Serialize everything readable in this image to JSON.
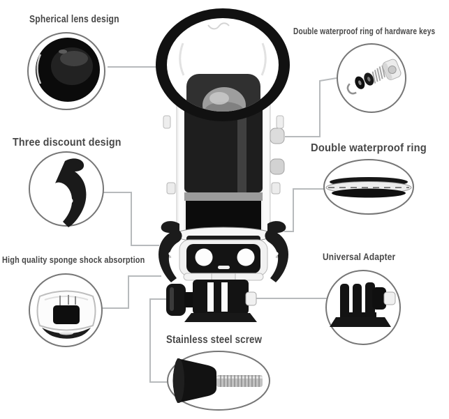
{
  "diagram": {
    "colors": {
      "background": "#ffffff",
      "label_text": "#474747",
      "connector_line": "#b7babc",
      "callout_circle_stroke": "#767676",
      "product_black": "#111111",
      "metal_silver": "#c2c2c2"
    },
    "callouts": [
      {
        "id": "spherical-lens",
        "label": "Spherical lens design",
        "icon": "spherical-lens-icon"
      },
      {
        "id": "hardware-keys",
        "label": "Double waterproof ring of hardware keys",
        "icon": "exploded-key-seal-icon"
      },
      {
        "id": "three-discount",
        "label": "Three discount design",
        "icon": "latch-hook-icon"
      },
      {
        "id": "double-ring",
        "label": "Double waterproof ring",
        "icon": "flat-seal-ring-icon"
      },
      {
        "id": "sponge-absorption",
        "label": "High quality sponge shock absorption",
        "icon": "sponge-pad-icon"
      },
      {
        "id": "universal-adapter",
        "label": "Universal Adapter",
        "icon": "three-prong-mount-icon"
      },
      {
        "id": "stainless-screw",
        "label": "Stainless steel screw",
        "icon": "thumb-screw-icon"
      }
    ]
  }
}
